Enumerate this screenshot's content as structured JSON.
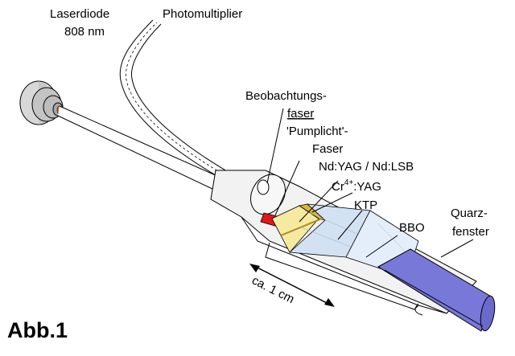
{
  "labels": {
    "laserdiode_line1": "Laserdiode",
    "laserdiode_line2": "808 nm",
    "photomultiplier": "Photomultiplier",
    "beobachtungs_line1": "Beobachtungs-",
    "beobachtungs_line2": "faser",
    "pumplicht_line1": "'Pumplicht'-",
    "pumplicht_line2": "Faser",
    "ndyag": "Nd:YAG / Nd:LSB",
    "cr_prefix": "Cr",
    "cr_sup": "4+",
    "cr_suffix": ":YAG",
    "ktp": "KTP",
    "bbo": "BBO",
    "quarz_line1": "Quarz-",
    "quarz_line2": "fenster",
    "scale": "ca. 1 cm",
    "figure": "Abb.1"
  },
  "colors": {
    "laser_core": "#e07820",
    "pump_fiber": "#e01818",
    "ndyag_crystal": "#f5eaa0",
    "cr_yag": "#d9b832",
    "ktp_crystal": "#d3e2f3",
    "bbo_crystal": "#e3eefa",
    "quartz_window": "#7878d8"
  }
}
